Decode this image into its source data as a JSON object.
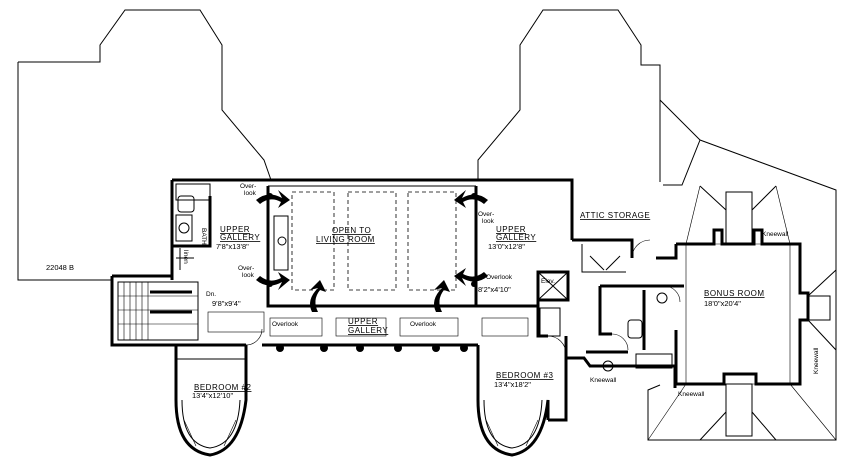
{
  "plan_id": "22048 B",
  "rooms": {
    "upper_gallery_left": {
      "name_line1": "UPPER",
      "name_line2": "GALLERY",
      "dims": "7'8\"x13'8\""
    },
    "open_to_living": {
      "name_line1": "OPEN TO",
      "name_line2": "LIVING ROOM"
    },
    "upper_gallery_right": {
      "name_line1": "UPPER",
      "name_line2": "GALLERY",
      "dims": "13'0\"x12'8\""
    },
    "upper_gallery_bottom": {
      "name_line1": "UPPER",
      "name_line2": "GALLERY"
    },
    "attic_storage": {
      "name": "ATTIC STORAGE"
    },
    "bonus_room": {
      "name": "BONUS ROOM",
      "dims": "18'0\"x20'4\""
    },
    "bedroom_2": {
      "name": "BEDROOM #2",
      "dims": "13'4\"x12'10\""
    },
    "bedroom_3": {
      "name": "BEDROOM #3",
      "dims": "13'4\"x18'2\""
    },
    "bath": {
      "name": "BATH"
    },
    "linen": {
      "name": "linen"
    },
    "landing": {
      "dims": "9'8\"x9'4\""
    },
    "dims_8_2": {
      "dims": "8'2\"x4'10\""
    },
    "elevator": {
      "name": "Elev."
    }
  },
  "labels": {
    "overlook_tl_1": "Over-",
    "overlook_tl_2": "look",
    "overlook_bl_1": "Over-",
    "overlook_bl_2": "look",
    "overlook_tr_1": "Over-",
    "overlook_tr_2": "look",
    "overlook_mr": "Overlook",
    "overlook_b1": "Overlook",
    "overlook_b2": "Overlook",
    "kneewall_top": "Kneewall",
    "kneewall_right": "Kneewall",
    "kneewall_bottom1": "Kneewall",
    "kneewall_bottom2": "Kneewall",
    "dn": "Dn."
  }
}
